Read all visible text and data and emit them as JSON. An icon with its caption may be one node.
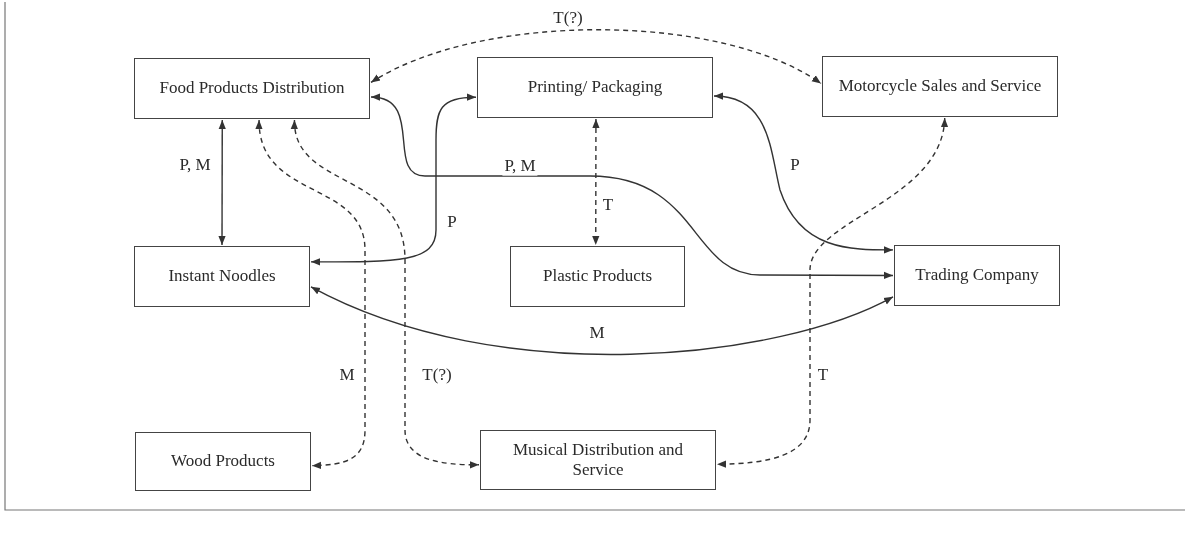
{
  "diagram": {
    "nodes": [
      {
        "text": [
          "Food Products Distribution"
        ]
      },
      {
        "text": [
          "Printing/ Packaging"
        ]
      },
      {
        "text": [
          "Motorcycle Sales and Service"
        ]
      },
      {
        "text": [
          "Instant Noodles"
        ]
      },
      {
        "text": [
          "Plastic Products"
        ]
      },
      {
        "text": [
          "Trading Company"
        ]
      },
      {
        "text": [
          "Wood Products"
        ]
      },
      {
        "text": [
          "Musical Distribution and Service"
        ]
      }
    ],
    "edges": [
      {
        "from": 0,
        "to": 2,
        "arrow": "both",
        "label": "T(?)",
        "style": "dashed"
      },
      {
        "from": 0,
        "to": 3,
        "arrow": "both",
        "label": "P, M"
      },
      {
        "from": 0,
        "to": 5,
        "arrow": "both",
        "label": "P, M"
      },
      {
        "from": 1,
        "to": 3,
        "arrow": "both",
        "label": "P"
      },
      {
        "from": 1,
        "to": 4,
        "arrow": "both",
        "label": "T",
        "style": "dashed"
      },
      {
        "from": 1,
        "to": 5,
        "arrow": "both",
        "label": "P"
      },
      {
        "from": 3,
        "to": 5,
        "arrow": "both",
        "label": "M"
      },
      {
        "from": 0,
        "to": 6,
        "arrow": "both",
        "label": "M",
        "style": "dashed"
      },
      {
        "from": 0,
        "to": 7,
        "arrow": "both",
        "label": "T(?)",
        "style": "dashed"
      },
      {
        "from": 2,
        "to": 7,
        "arrow": "both",
        "label": "T",
        "style": "dashed"
      }
    ]
  }
}
